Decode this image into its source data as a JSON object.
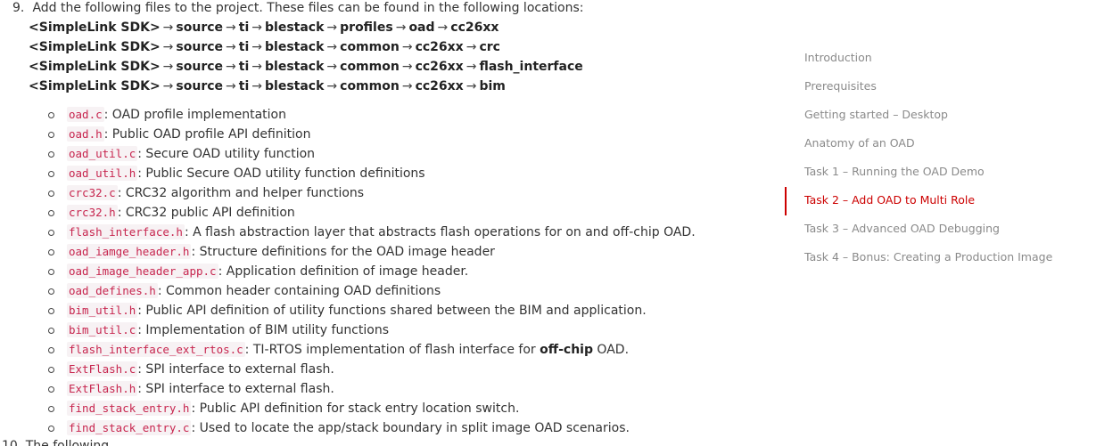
{
  "step": {
    "number": "9.",
    "text": "Add the following files to the project. These files can be found in the following locations:"
  },
  "arrow": "→",
  "paths": [
    [
      "<SimpleLink SDK>",
      "source",
      "ti",
      "blestack",
      "profiles",
      "oad",
      "cc26xx"
    ],
    [
      "<SimpleLink SDK>",
      "source",
      "ti",
      "blestack",
      "common",
      "cc26xx",
      "crc"
    ],
    [
      "<SimpleLink SDK>",
      "source",
      "ti",
      "blestack",
      "common",
      "cc26xx",
      "flash_interface"
    ],
    [
      "<SimpleLink SDK>",
      "source",
      "ti",
      "blestack",
      "common",
      "cc26xx",
      "bim"
    ]
  ],
  "files": [
    {
      "file": "oad.c",
      "desc": ": OAD profile implementation"
    },
    {
      "file": "oad.h",
      "desc": ": Public OAD profile API definition"
    },
    {
      "file": "oad_util.c",
      "desc": ": Secure OAD utility function"
    },
    {
      "file": "oad_util.h",
      "desc": ": Public Secure OAD utility function definitions"
    },
    {
      "file": "crc32.c",
      "desc": ": CRC32 algorithm and helper functions"
    },
    {
      "file": "crc32.h",
      "desc": ": CRC32 public API definition"
    },
    {
      "file": "flash_interface.h",
      "desc": ": A flash abstraction layer that abstracts flash operations for on and off-chip OAD."
    },
    {
      "file": "oad_iamge_header.h",
      "desc": ": Structure definitions for the OAD image header"
    },
    {
      "file": "oad_image_header_app.c",
      "desc": ": Application definition of image header."
    },
    {
      "file": "oad_defines.h",
      "desc": ": Common header containing OAD definitions"
    },
    {
      "file": "bim_util.h",
      "desc": ": Public API definition of utility functions shared between the BIM and application."
    },
    {
      "file": "bim_util.c",
      "desc": ": Implementation of BIM utility functions"
    },
    {
      "file": "flash_interface_ext_rtos.c",
      "desc": ": TI-RTOS implementation of flash interface for ",
      "bold": "off-chip",
      "desc_after": " OAD."
    },
    {
      "file": "ExtFlash.c",
      "desc": ": SPI interface to external flash."
    },
    {
      "file": "ExtFlash.h",
      "desc": ": SPI interface to external flash."
    },
    {
      "file": "find_stack_entry.h",
      "desc": ": Public API definition for stack entry location switch."
    },
    {
      "file": "find_stack_entry.c",
      "desc": ": Used to locate the app/stack boundary in split image OAD scenarios."
    }
  ],
  "cutoff_text": "10. The following ...",
  "toc": {
    "items": [
      {
        "label": "Introduction",
        "active": false
      },
      {
        "label": "Prerequisites",
        "active": false
      },
      {
        "label": "Getting started – Desktop",
        "active": false
      },
      {
        "label": "Anatomy of an OAD",
        "active": false
      },
      {
        "label": "Task 1 – Running the OAD Demo",
        "active": false
      },
      {
        "label": "Task 2 – Add OAD to Multi Role",
        "active": true
      },
      {
        "label": "Task 3 – Advanced OAD Debugging",
        "active": false
      },
      {
        "label": "Task 4 – Bonus: Creating a Production Image",
        "active": false
      }
    ],
    "active_color": "#cc0000"
  }
}
